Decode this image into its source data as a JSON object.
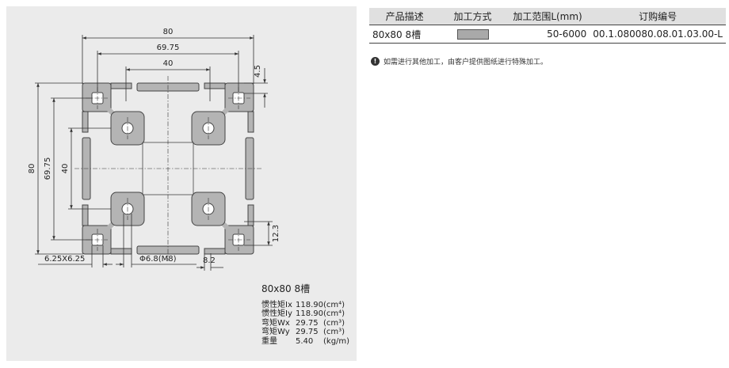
{
  "drawing": {
    "dims": {
      "w80": "80",
      "w6975": "69.75",
      "w40": "40",
      "d45": "4.5",
      "h80": "80",
      "h6975": "69.75",
      "h40": "40",
      "d123": "12.3",
      "corner": "6.25X6.25",
      "hole": "Φ6.8(M8)",
      "slot": "8.2"
    }
  },
  "specs": {
    "title": "80x80 8槽",
    "rows": [
      {
        "label": "惯性矩Ix",
        "value": "118.90",
        "unit": "(cm⁴)"
      },
      {
        "label": "惯性矩Iy",
        "value": "118.90",
        "unit": "(cm⁴)"
      },
      {
        "label": "弯矩Wx",
        "value": "29.75",
        "unit": "(cm³)"
      },
      {
        "label": "弯矩Wy",
        "value": "29.75",
        "unit": "(cm³)"
      },
      {
        "label": "重量",
        "value": "5.40",
        "unit": "(kg/m)"
      }
    ]
  },
  "table": {
    "headers": [
      "产品描述",
      "加工方式",
      "加工范围L(mm)",
      "订购编号"
    ],
    "row": {
      "description": "80x80 8槽",
      "range": "50-6000",
      "order_no": "00.1.080080.08.01.03.00-L"
    },
    "swatch_color": "#a9a9a9"
  },
  "note": {
    "icon": "warning-icon",
    "text": "如需进行其他加工，由客户提供图纸进行特殊加工。"
  }
}
